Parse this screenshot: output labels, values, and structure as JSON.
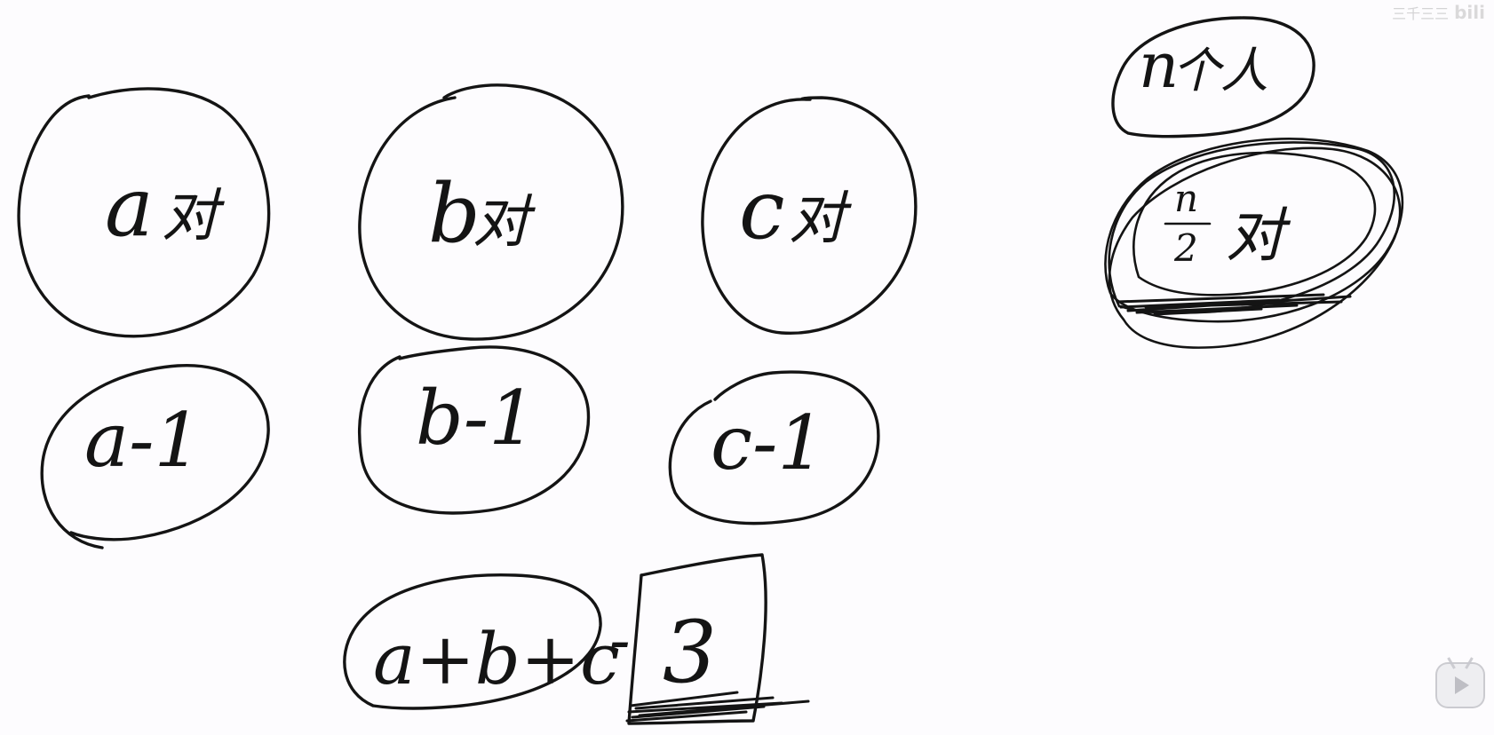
{
  "board": {
    "circle_a": {
      "letter": "a",
      "char": "对"
    },
    "circle_b": {
      "letter": "b",
      "char": "对"
    },
    "circle_c": {
      "letter": "c",
      "char": "对"
    },
    "oval_a_minus": "a-1",
    "oval_b_minus": "b-1",
    "oval_c_minus": "c-1",
    "sum_expression": "a+b+c",
    "minus_sign": "-",
    "boxed_number": "3",
    "n_people": {
      "letter": "n",
      "chars": "个人"
    },
    "n_half_pairs": {
      "numerator": "n",
      "denominator": "2",
      "char": "对"
    }
  },
  "watermark": {
    "text": "三千三三",
    "logo": "bili"
  },
  "icons": {
    "play": "bilibili-play-icon"
  }
}
